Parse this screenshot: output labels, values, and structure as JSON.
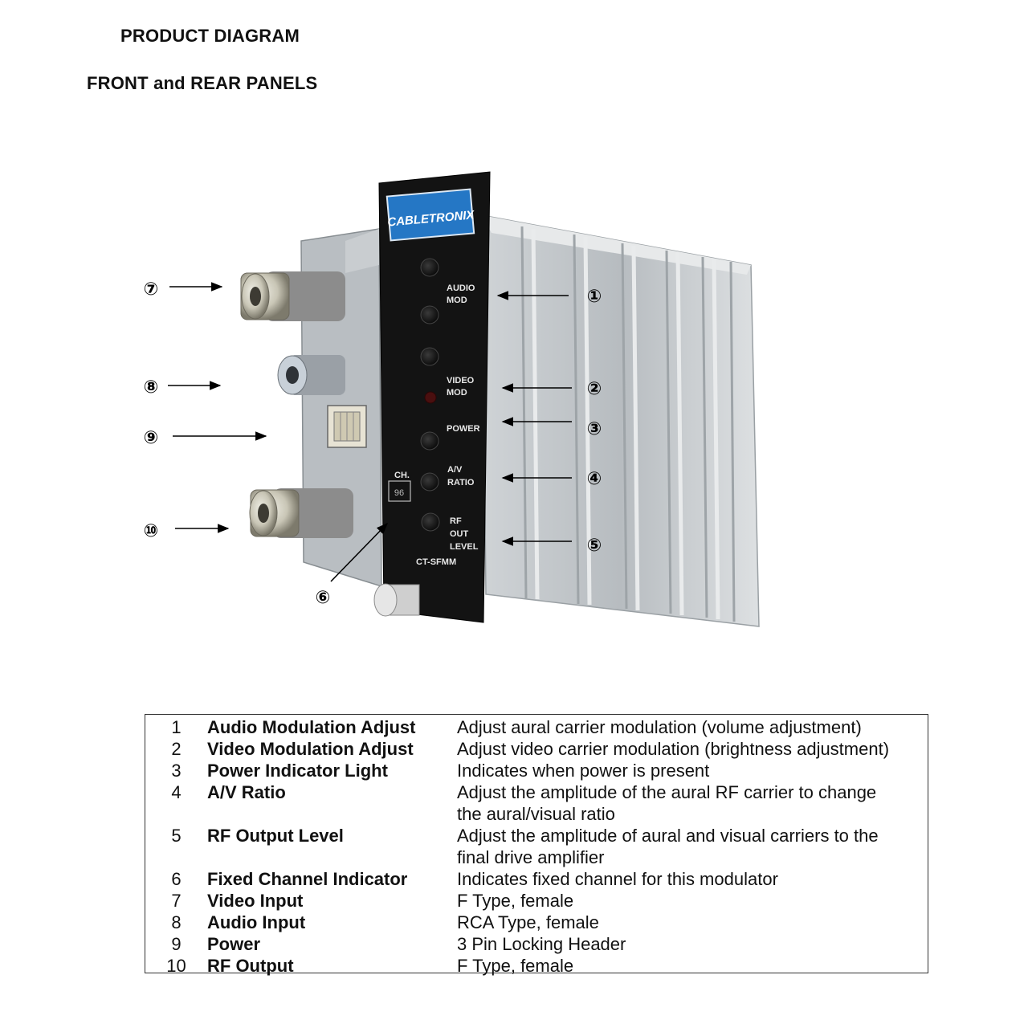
{
  "title": "PRODUCT DIAGRAM",
  "subtitle": "FRONT and REAR PANELS",
  "product": {
    "brand": "CABLETRONIX",
    "model": "CT-SFMM",
    "channel_label": "CH.",
    "channel_value": "96",
    "panel_labels": {
      "audio_1": "AUDIO",
      "audio_2": "MOD",
      "video_1": "VIDEO",
      "video_2": "MOD",
      "power": "POWER",
      "av_1": "A/V",
      "av_2": "RATIO",
      "rf_1": "RF",
      "rf_2": "OUT",
      "rf_3": "LEVEL"
    }
  },
  "callouts": [
    "①",
    "②",
    "③",
    "④",
    "⑤",
    "⑥",
    "⑦",
    "⑧",
    "⑨",
    "⑩"
  ],
  "legend": [
    {
      "num": "1",
      "name": "Audio Modulation Adjust",
      "desc": [
        "Adjust aural carrier modulation (volume adjustment)"
      ]
    },
    {
      "num": "2",
      "name": "Video Modulation Adjust",
      "desc": [
        "Adjust video carrier modulation  (brightness adjustment)"
      ]
    },
    {
      "num": "3",
      "name": "Power Indicator Light",
      "desc": [
        "Indicates when power is present"
      ]
    },
    {
      "num": "4",
      "name": "A/V Ratio",
      "desc": [
        "Adjust the amplitude of the aural RF carrier to change",
        "the aural/visual ratio"
      ]
    },
    {
      "num": "5",
      "name": "RF Output Level",
      "desc": [
        "Adjust the amplitude of aural and visual carriers to the",
        "final drive amplifier"
      ]
    },
    {
      "num": "6",
      "name": "Fixed Channel Indicator",
      "desc": [
        "Indicates fixed channel for this modulator"
      ]
    },
    {
      "num": "7",
      "name": "Video Input",
      "desc": [
        "F Type, female"
      ]
    },
    {
      "num": "8",
      "name": "Audio Input",
      "desc": [
        "RCA Type, female"
      ]
    },
    {
      "num": "9",
      "name": "Power",
      "desc": [
        "3 Pin Locking Header"
      ]
    },
    {
      "num": "10",
      "name": "RF Output",
      "desc": [
        "F Type, female"
      ]
    }
  ]
}
